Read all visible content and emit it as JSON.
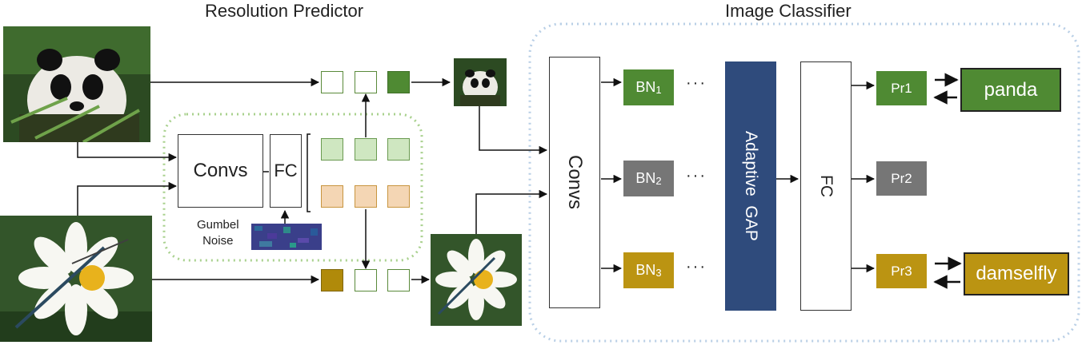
{
  "resolution_predictor": {
    "title": "Resolution Predictor",
    "convs_label": "Convs",
    "fc_label": "FC",
    "noise_label_line1": "Gumbel",
    "noise_label_line2": "Noise"
  },
  "image_classifier": {
    "title": "Image Classifier",
    "convs_label": "Convs",
    "bn_branches": [
      {
        "name": "BN",
        "sub": "1",
        "prob": "Pr1",
        "color": "#4f8a33"
      },
      {
        "name": "BN",
        "sub": "2",
        "prob": "Pr2",
        "color": "#767676"
      },
      {
        "name": "BN",
        "sub": "3",
        "prob": "Pr3",
        "color": "#bb9412"
      }
    ],
    "dots": "···",
    "gap_label": "Adaptive  GAP",
    "fc_label": "FC",
    "outputs": [
      {
        "label": "panda"
      },
      {
        "label": "damselfly"
      }
    ]
  },
  "images": {
    "top": "panda-photo",
    "bottom": "daisy-damselfly-photo"
  },
  "colors": {
    "green": "#4f8a33",
    "gray": "#767676",
    "gold": "#bb9412",
    "navy": "#2f4b7c",
    "dotted_border": "#b9cfe6",
    "green_dotted": "#a9d18e"
  }
}
